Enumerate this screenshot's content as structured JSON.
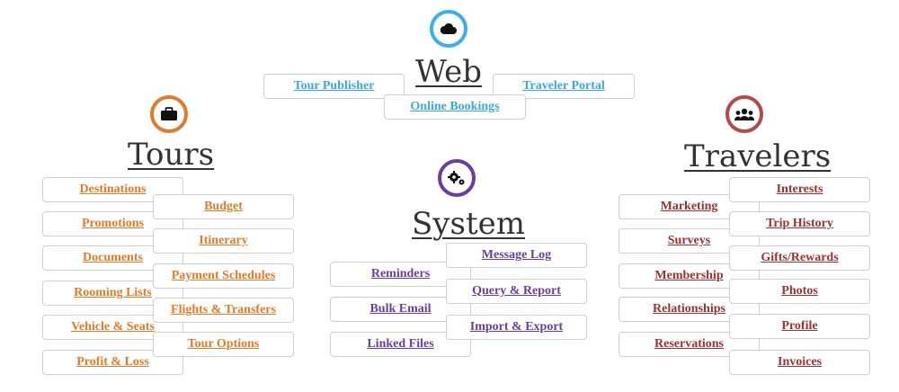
{
  "colors": {
    "web": "#3daee9",
    "tours": "#e07b2a",
    "system": "#6a3ea1",
    "travelers": "#b24a4a"
  },
  "web": {
    "title": "Web",
    "icon": "cloud-icon",
    "links": [
      "Tour Publisher",
      "Traveler Portal",
      "Online Bookings"
    ]
  },
  "tours": {
    "title": "Tours",
    "icon": "briefcase-icon",
    "left_links": [
      "Destinations",
      "Promotions",
      "Documents",
      "Rooming Lists",
      "Vehicle & Seats",
      "Profit & Loss"
    ],
    "right_links": [
      "Budget",
      "Itinerary",
      "Payment Schedules",
      "Flights & Transfers",
      "Tour Options"
    ]
  },
  "system": {
    "title": "System",
    "icon": "gears-icon",
    "left_links": [
      "Reminders",
      "Bulk Email",
      "Linked Files"
    ],
    "right_links": [
      "Message Log",
      "Query & Report",
      "Import & Export"
    ]
  },
  "travelers": {
    "title": "Travelers",
    "icon": "users-icon",
    "left_links": [
      "Marketing",
      "Surveys",
      "Membership",
      "Relationships",
      "Reservations"
    ],
    "right_links": [
      "Interests",
      "Trip History",
      "Gifts/Rewards",
      "Photos",
      "Profile",
      "Invoices"
    ]
  }
}
